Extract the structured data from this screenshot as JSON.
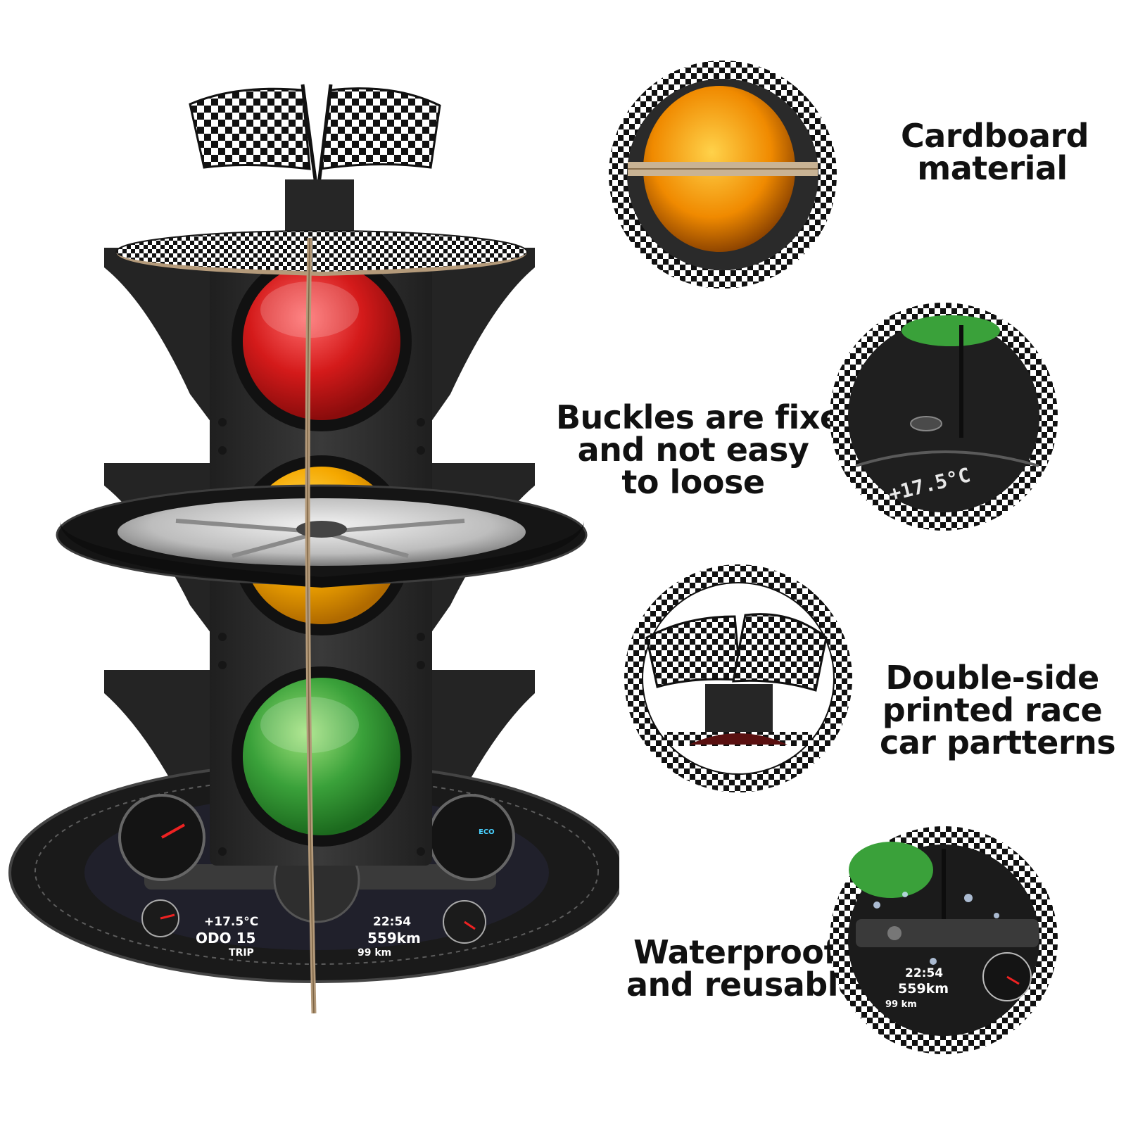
{
  "product": {
    "dashboard_left_readout": "+17.5°C",
    "dashboard_odo": "ODO 15",
    "dashboard_trip": "TRIP",
    "dashboard_time": "22:54",
    "dashboard_range": "559km",
    "dashboard_trip_km": "99 km",
    "gauge_eco": "ECO"
  },
  "features": [
    {
      "lines": [
        "Cardboard",
        "material"
      ]
    },
    {
      "lines": [
        "Buckles are fixed",
        "and not easy",
        "to loose"
      ],
      "closeup_readout": "+17.5°C"
    },
    {
      "lines": [
        "Double-side",
        "printed race",
        "car partterns"
      ]
    },
    {
      "lines": [
        "Waterproof",
        "and reusable"
      ],
      "closeup_time": "22:54",
      "closeup_range": "559km",
      "closeup_trip_km": "99 km"
    }
  ],
  "colors": {
    "light_red": "#d41a1a",
    "light_yellow": "#f5a800",
    "light_green": "#3aa13a",
    "housing": "#2b2b2b",
    "tire": "#1e1e1e",
    "text": "#111111"
  }
}
